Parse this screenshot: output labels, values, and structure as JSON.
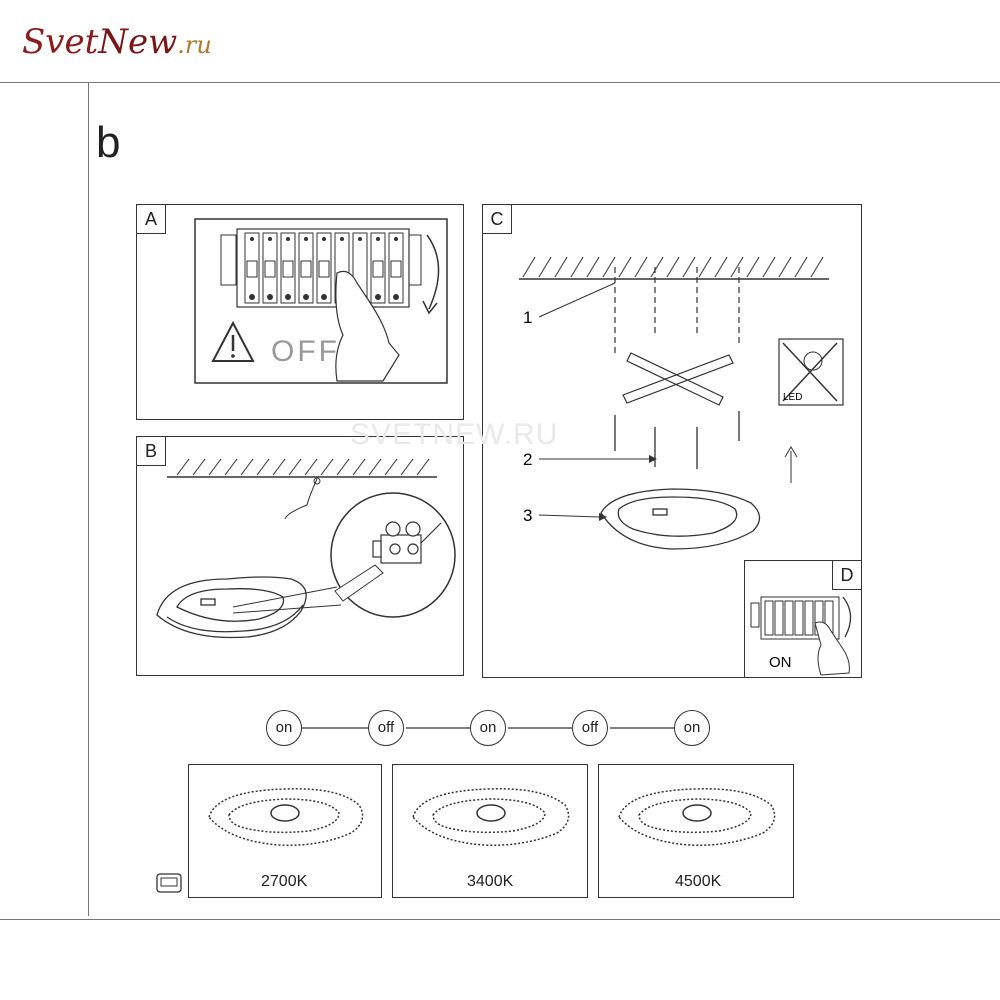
{
  "brand": {
    "part1": "Svet",
    "part2": "New",
    "part3": ".ru"
  },
  "page_letter": "b",
  "watermark": "SVETNEW.RU",
  "panels": {
    "a": {
      "tag": "A",
      "warning_text": "OFF"
    },
    "b": {
      "tag": "B"
    },
    "c": {
      "tag": "C",
      "callout_1": "1",
      "callout_2": "2",
      "callout_3": "3",
      "led_label": "LED"
    },
    "d": {
      "tag": "D",
      "status_text": "ON"
    }
  },
  "switch_sequence": [
    "on",
    "off",
    "on",
    "off",
    "on"
  ],
  "color_temps": [
    "2700K",
    "3400K",
    "4500K"
  ],
  "colors": {
    "line": "#333333",
    "logo_dark": "#7a1515",
    "logo_gold": "#b07a2a",
    "watermark": "#e9e9e9"
  },
  "icons": [
    "warning-triangle-icon",
    "breaker-switch-icon",
    "hand-icon",
    "ceiling-icon",
    "terminal-block-icon",
    "ceiling-lamp-icon",
    "no-led-bulb-icon",
    "up-arrow-icon",
    "wall-switch-icon"
  ]
}
